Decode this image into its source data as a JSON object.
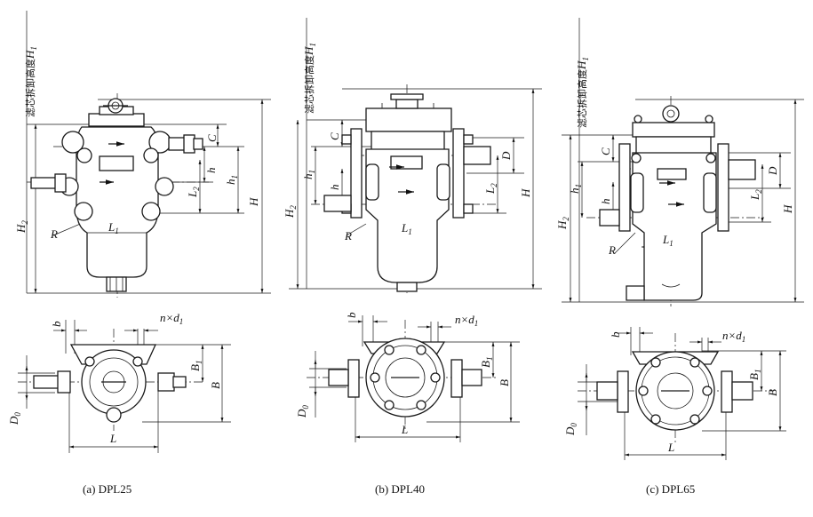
{
  "labels": {
    "H1_cn": "滤芯拆卸高度",
    "H1": "H",
    "H1_sub": "1",
    "H": "H",
    "H2": "H",
    "H2_sub": "2",
    "C": "C",
    "D": "D",
    "h": "h",
    "h1": "h",
    "h1_sub": "1",
    "L1": "L",
    "L1_sub": "1",
    "L2": "L",
    "L2_sub": "2",
    "R": "R",
    "b": "b",
    "n_d1": "n×d",
    "n_d1_sub": "1",
    "B1": "B",
    "B1_sub": "1",
    "B": "B",
    "D0": "D",
    "D0_sub": "0",
    "L": "L"
  },
  "captions": {
    "a": "(a) DPL25",
    "b": "(b) DPL40",
    "c": "(c) DPL65"
  }
}
